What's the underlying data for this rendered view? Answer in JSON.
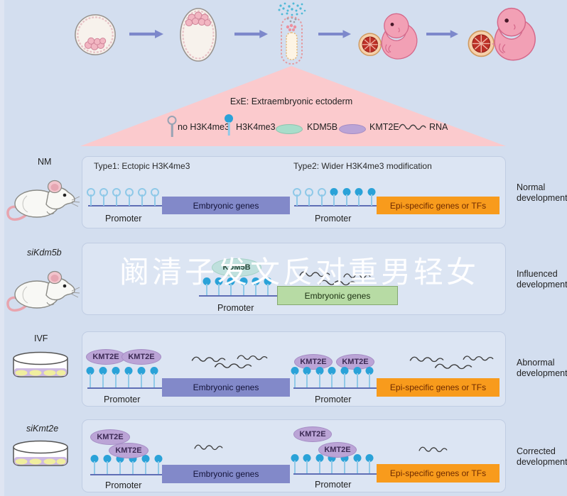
{
  "watermark": "阚清子发文反对重男轻女",
  "flow": {
    "stage_icons": [
      "blastocyst",
      "early-embryo",
      "egg-cylinder",
      "embryo-with-placenta",
      "late-embryo-with-placenta"
    ]
  },
  "legend": {
    "title": "ExE: Extraembryonic ectoderm",
    "items": [
      {
        "icon": "open-lollipop",
        "label": "no H3K4me3"
      },
      {
        "icon": "filled-lollipop",
        "label": "H3K4me3"
      },
      {
        "icon": "green-ellipse",
        "label": "KDM5B"
      },
      {
        "icon": "purple-ellipse",
        "label": "KMT2E"
      },
      {
        "icon": "wavy-line",
        "label": "RNA"
      }
    ]
  },
  "panels": {
    "nm": {
      "left_label": "NM",
      "right_label": "Normal development",
      "title1": "Type1: Ectopic H3K4me3",
      "title2": "Type2: Wider H3K4me3 modification",
      "d1": {
        "lollipops": "o,o,o,o,o,o",
        "promoter_label": "Promoter",
        "gene": "Embryonic genes"
      },
      "d2": {
        "lollipops": "o,o,o,f,f,f,f",
        "promoter_label": "Promoter",
        "gene": "Epi-specific genes or TFs"
      }
    },
    "sikdm5b": {
      "left_label": "siKdm5b",
      "right_label": "Influenced development",
      "enzyme_label": "KDM5B",
      "enzyme_state": "knocked-down",
      "d1": {
        "lollipops": "f,f,f,f,f,f",
        "promoter_label": "Promoter",
        "gene": "Embryonic genes"
      }
    },
    "ivf": {
      "left_label": "IVF",
      "right_label": "Abnormal development",
      "d1": {
        "lollipops": "f,f,f,f,f,f",
        "promoter_label": "Promoter",
        "gene": "Embryonic genes",
        "enzymes": [
          "KMT2E",
          "KMT2E"
        ]
      },
      "d2": {
        "lollipops": "f,f,f,f,f,f,f",
        "promoter_label": "Promoter",
        "gene": "Epi-specific genes or TFs",
        "enzymes": [
          "KMT2E",
          "KMT2E"
        ]
      }
    },
    "sikmt2e": {
      "left_label": "siKmt2e",
      "right_label": "Corrected development",
      "d1": {
        "lollipops": "f,f,f,f,f,f",
        "promoter_label": "Promoter",
        "gene": "Embryonic genes",
        "enzyme_top": "KMT2E",
        "enzyme_top_crossed": true,
        "enzyme_bottom": "KMT2E"
      },
      "d2": {
        "lollipops": "f,f,f,f,f,f,f",
        "promoter_label": "Promoter",
        "gene": "Epi-specific genes or TFs",
        "enzyme_top": "KMT2E",
        "enzyme_top_crossed": true,
        "enzyme_bottom": "KMT2E"
      }
    }
  },
  "colors": {
    "background": "#d3deef",
    "panel": "#dce5f3",
    "triangle_pink": "#fbcacd",
    "arrow_blue": "#7d88cb",
    "h3k4me3_blue": "#2aa2d8",
    "stem_blue": "#8fc9e8",
    "promoter_line": "#5f6eb5",
    "embryonic_genes_box": "#8289c9",
    "embryonic_genes_box_green": "#b7dba4",
    "epi_genes_box": "#f89b1c",
    "kdm5b_green": "#a8ddca",
    "kmt2e_purple": "#bba4d6"
  }
}
